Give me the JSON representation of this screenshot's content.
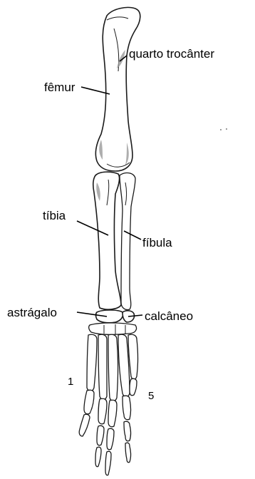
{
  "labels": {
    "quarto_trocanter": "quarto trocânter",
    "femur": "fêmur",
    "tibia": "tíbia",
    "fibula": "fíbula",
    "astragalo": "astrágalo",
    "calcaneo": "calcâneo",
    "digit_1": "1",
    "digit_5": "5"
  }
}
